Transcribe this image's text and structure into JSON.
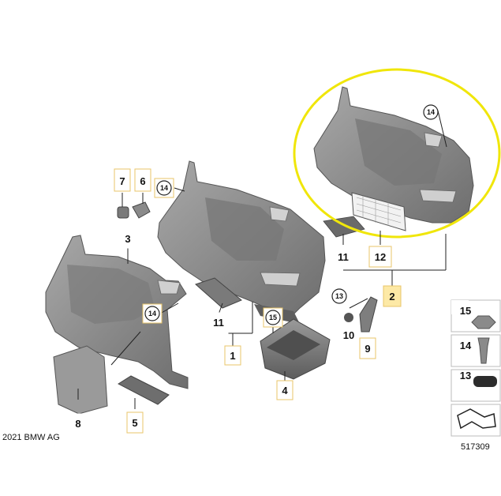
{
  "copyright": "2021 BMW AG",
  "diagram_number": "517309",
  "callouts": {
    "c1": "1",
    "c2": "2",
    "c3": "3",
    "c4": "4",
    "c5": "5",
    "c6": "6",
    "c7": "7",
    "c8": "8",
    "c9": "9",
    "c10": "10",
    "c11a": "11",
    "c11b": "11",
    "c12": "12",
    "c13": "13",
    "c14a": "14",
    "c14b": "14",
    "c14c": "14",
    "c15": "15"
  },
  "legend": {
    "l15": "15",
    "l14": "14",
    "l13": "13"
  },
  "colors": {
    "label_box": "#fde9a6",
    "label_border": "#e8c56a",
    "highlight": "#f0e60a",
    "part": "#8a8a8a"
  }
}
